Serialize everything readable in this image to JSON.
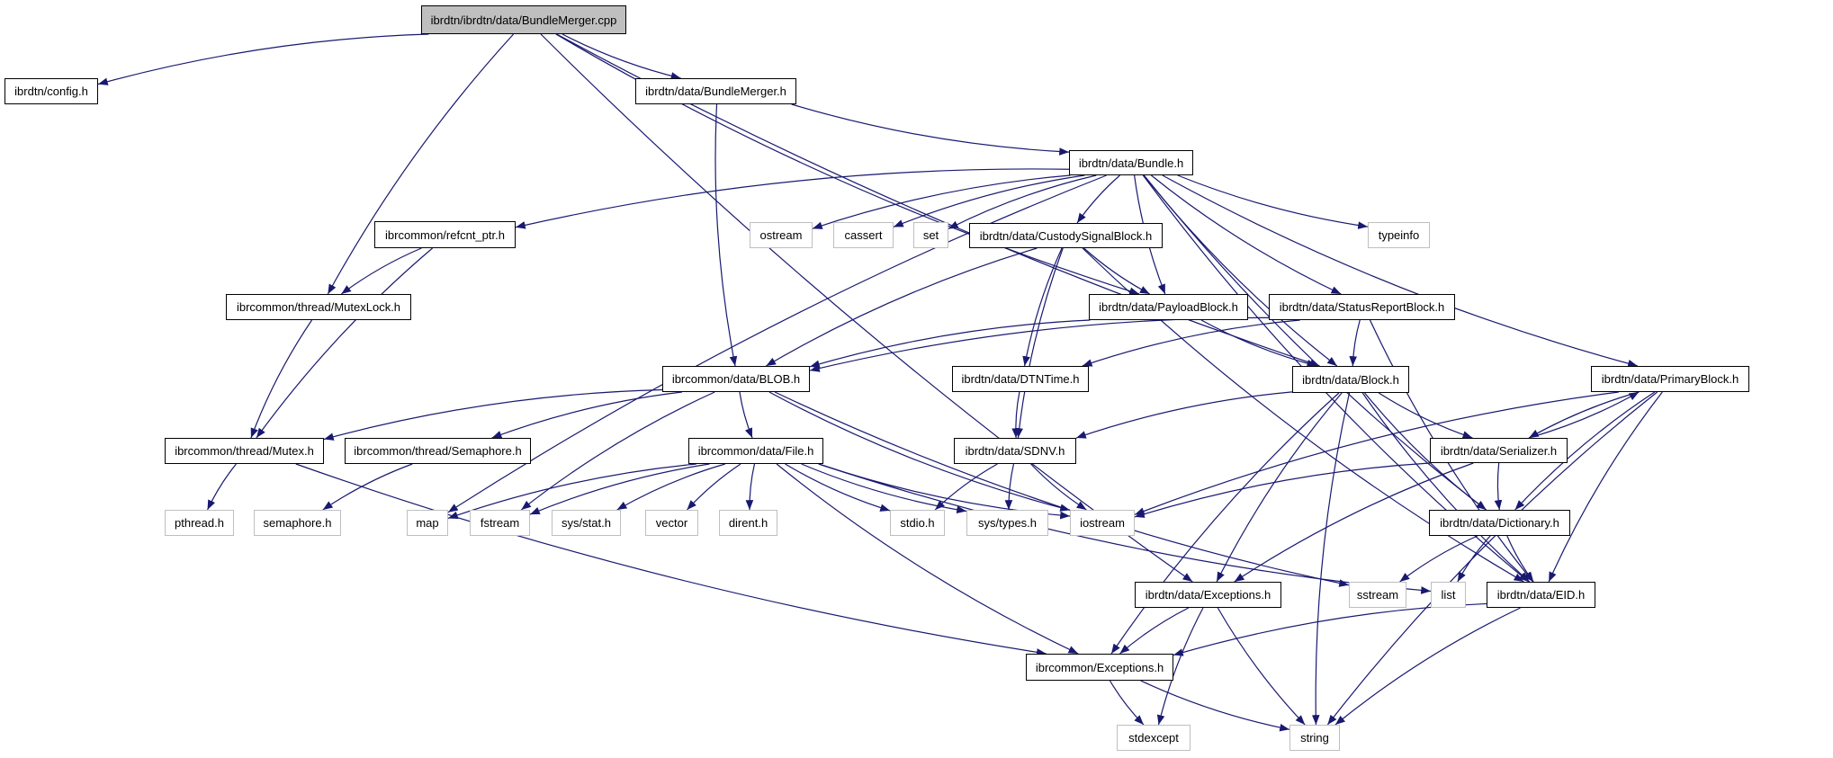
{
  "title": "ibrdtn/ibrdtn/data/BundleMerger.cpp include dependency graph",
  "colors": {
    "edge": "#191970",
    "node_border": "#000000",
    "system_border": "#bfbfbf",
    "root_fill": "#bfbfbf"
  },
  "nodes": [
    {
      "id": "root",
      "label": "ibrdtn/ibrdtn/data/BundleMerger.cpp",
      "kind": "root"
    },
    {
      "id": "config",
      "label": "ibrdtn/config.h",
      "kind": "local"
    },
    {
      "id": "bmh",
      "label": "ibrdtn/data/BundleMerger.h",
      "kind": "local"
    },
    {
      "id": "bundle",
      "label": "ibrdtn/data/Bundle.h",
      "kind": "local"
    },
    {
      "id": "refcnt",
      "label": "ibrcommon/refcnt_ptr.h",
      "kind": "local"
    },
    {
      "id": "ostream",
      "label": "ostream",
      "kind": "system"
    },
    {
      "id": "cassert",
      "label": "cassert",
      "kind": "system"
    },
    {
      "id": "set",
      "label": "set",
      "kind": "system"
    },
    {
      "id": "custody",
      "label": "ibrdtn/data/CustodySignalBlock.h",
      "kind": "local"
    },
    {
      "id": "typeinfo",
      "label": "typeinfo",
      "kind": "system"
    },
    {
      "id": "mutexlock",
      "label": "ibrcommon/thread/MutexLock.h",
      "kind": "local"
    },
    {
      "id": "payload",
      "label": "ibrdtn/data/PayloadBlock.h",
      "kind": "local"
    },
    {
      "id": "status",
      "label": "ibrdtn/data/StatusReportBlock.h",
      "kind": "local"
    },
    {
      "id": "blob",
      "label": "ibrcommon/data/BLOB.h",
      "kind": "local"
    },
    {
      "id": "dtntime",
      "label": "ibrdtn/data/DTNTime.h",
      "kind": "local"
    },
    {
      "id": "block",
      "label": "ibrdtn/data/Block.h",
      "kind": "local"
    },
    {
      "id": "primary",
      "label": "ibrdtn/data/PrimaryBlock.h",
      "kind": "local"
    },
    {
      "id": "mutex",
      "label": "ibrcommon/thread/Mutex.h",
      "kind": "local"
    },
    {
      "id": "semaphore",
      "label": "ibrcommon/thread/Semaphore.h",
      "kind": "local"
    },
    {
      "id": "file",
      "label": "ibrcommon/data/File.h",
      "kind": "local"
    },
    {
      "id": "sdnv",
      "label": "ibrdtn/data/SDNV.h",
      "kind": "local"
    },
    {
      "id": "serializer",
      "label": "ibrdtn/data/Serializer.h",
      "kind": "local"
    },
    {
      "id": "pthread",
      "label": "pthread.h",
      "kind": "system"
    },
    {
      "id": "semaphore_h",
      "label": "semaphore.h",
      "kind": "system"
    },
    {
      "id": "map",
      "label": "map",
      "kind": "system"
    },
    {
      "id": "fstream",
      "label": "fstream",
      "kind": "system"
    },
    {
      "id": "sysstat",
      "label": "sys/stat.h",
      "kind": "system"
    },
    {
      "id": "vector",
      "label": "vector",
      "kind": "system"
    },
    {
      "id": "dirent",
      "label": "dirent.h",
      "kind": "system"
    },
    {
      "id": "stdio",
      "label": "stdio.h",
      "kind": "system"
    },
    {
      "id": "systypes",
      "label": "sys/types.h",
      "kind": "system"
    },
    {
      "id": "iostream",
      "label": "iostream",
      "kind": "system"
    },
    {
      "id": "dictionary",
      "label": "ibrdtn/data/Dictionary.h",
      "kind": "local"
    },
    {
      "id": "exc_dtn",
      "label": "ibrdtn/data/Exceptions.h",
      "kind": "local"
    },
    {
      "id": "sstream",
      "label": "sstream",
      "kind": "system"
    },
    {
      "id": "list",
      "label": "list",
      "kind": "system"
    },
    {
      "id": "eid",
      "label": "ibrdtn/data/EID.h",
      "kind": "local"
    },
    {
      "id": "exc_common",
      "label": "ibrcommon/Exceptions.h",
      "kind": "local"
    },
    {
      "id": "stdexcept",
      "label": "stdexcept",
      "kind": "system"
    },
    {
      "id": "string",
      "label": "string",
      "kind": "system"
    }
  ],
  "edges": [
    [
      "root",
      "config"
    ],
    [
      "root",
      "bmh"
    ],
    [
      "root",
      "mutexlock"
    ],
    [
      "root",
      "exc_dtn"
    ],
    [
      "root",
      "payload"
    ],
    [
      "root",
      "block"
    ],
    [
      "bmh",
      "bundle"
    ],
    [
      "bmh",
      "blob"
    ],
    [
      "bundle",
      "refcnt"
    ],
    [
      "bundle",
      "ostream"
    ],
    [
      "bundle",
      "cassert"
    ],
    [
      "bundle",
      "set"
    ],
    [
      "bundle",
      "custody"
    ],
    [
      "bundle",
      "typeinfo"
    ],
    [
      "bundle",
      "payload"
    ],
    [
      "bundle",
      "status"
    ],
    [
      "bundle",
      "block"
    ],
    [
      "bundle",
      "primary"
    ],
    [
      "bundle",
      "dictionary"
    ],
    [
      "bundle",
      "eid"
    ],
    [
      "bundle",
      "map"
    ],
    [
      "refcnt",
      "mutexlock"
    ],
    [
      "refcnt",
      "mutex"
    ],
    [
      "mutexlock",
      "mutex"
    ],
    [
      "custody",
      "payload"
    ],
    [
      "custody",
      "blob"
    ],
    [
      "custody",
      "dtntime"
    ],
    [
      "custody",
      "sdnv"
    ],
    [
      "custody",
      "eid"
    ],
    [
      "payload",
      "blob"
    ],
    [
      "payload",
      "block"
    ],
    [
      "status",
      "blob"
    ],
    [
      "status",
      "dtntime"
    ],
    [
      "status",
      "block"
    ],
    [
      "status",
      "eid"
    ],
    [
      "blob",
      "mutex"
    ],
    [
      "blob",
      "semaphore"
    ],
    [
      "blob",
      "file"
    ],
    [
      "blob",
      "fstream"
    ],
    [
      "blob",
      "iostream"
    ],
    [
      "blob",
      "sstream"
    ],
    [
      "dtntime",
      "sdnv"
    ],
    [
      "block",
      "sdnv"
    ],
    [
      "block",
      "serializer"
    ],
    [
      "block",
      "dictionary"
    ],
    [
      "block",
      "eid"
    ],
    [
      "block",
      "exc_dtn"
    ],
    [
      "block",
      "exc_common"
    ],
    [
      "block",
      "string"
    ],
    [
      "primary",
      "serializer"
    ],
    [
      "primary",
      "dictionary"
    ],
    [
      "primary",
      "eid"
    ],
    [
      "primary",
      "iostream"
    ],
    [
      "primary",
      "string"
    ],
    [
      "serializer",
      "primary"
    ],
    [
      "serializer",
      "dictionary"
    ],
    [
      "serializer",
      "iostream"
    ],
    [
      "serializer",
      "exc_dtn"
    ],
    [
      "mutex",
      "pthread"
    ],
    [
      "mutex",
      "exc_common"
    ],
    [
      "semaphore",
      "semaphore_h"
    ],
    [
      "file",
      "map"
    ],
    [
      "file",
      "fstream"
    ],
    [
      "file",
      "sysstat"
    ],
    [
      "file",
      "vector"
    ],
    [
      "file",
      "dirent"
    ],
    [
      "file",
      "stdio"
    ],
    [
      "file",
      "systypes"
    ],
    [
      "file",
      "iostream"
    ],
    [
      "file",
      "list"
    ],
    [
      "file",
      "exc_common"
    ],
    [
      "sdnv",
      "stdio"
    ],
    [
      "sdnv",
      "systypes"
    ],
    [
      "sdnv",
      "iostream"
    ],
    [
      "dictionary",
      "sstream"
    ],
    [
      "dictionary",
      "list"
    ],
    [
      "dictionary",
      "eid"
    ],
    [
      "exc_dtn",
      "exc_common"
    ],
    [
      "exc_dtn",
      "stdexcept"
    ],
    [
      "exc_dtn",
      "string"
    ],
    [
      "eid",
      "exc_common"
    ],
    [
      "eid",
      "string"
    ],
    [
      "exc_common",
      "stdexcept"
    ],
    [
      "exc_common",
      "string"
    ]
  ]
}
